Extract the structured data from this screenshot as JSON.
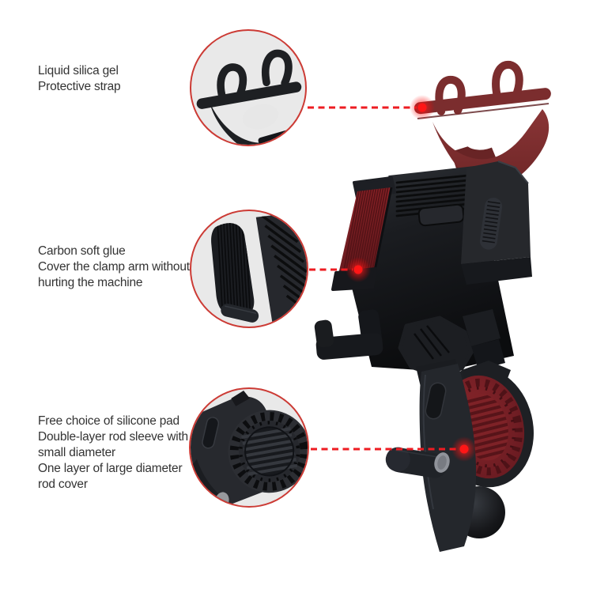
{
  "annotations": [
    {
      "id": "protective-strap",
      "lines": [
        "Liquid silica gel",
        "Protective strap"
      ]
    },
    {
      "id": "clamp-arm",
      "lines": [
        "Carbon soft glue",
        "Cover the clamp arm without",
        "hurting the machine"
      ]
    },
    {
      "id": "silicone-pad",
      "lines": [
        "Free choice of silicone pad",
        "Double-layer rod sleeve with",
        "small diameter",
        "One layer of large diameter",
        "rod cover"
      ]
    }
  ],
  "callouts": [
    {
      "icon": "strap-zoom-icon"
    },
    {
      "icon": "clamp-arm-zoom-icon"
    },
    {
      "icon": "rod-sleeve-zoom-icon"
    }
  ],
  "colors": {
    "background": "#ffffff",
    "text": "#333333",
    "accent_red": "#ee1c22",
    "circle_rim": "#cc3b35",
    "circle_fill": "#e9e9e9",
    "strap_maroon": "#7b2d2e",
    "pad_red": "#7e2025",
    "product_black": "#1a1c20",
    "pin_gray": "#90939a"
  }
}
